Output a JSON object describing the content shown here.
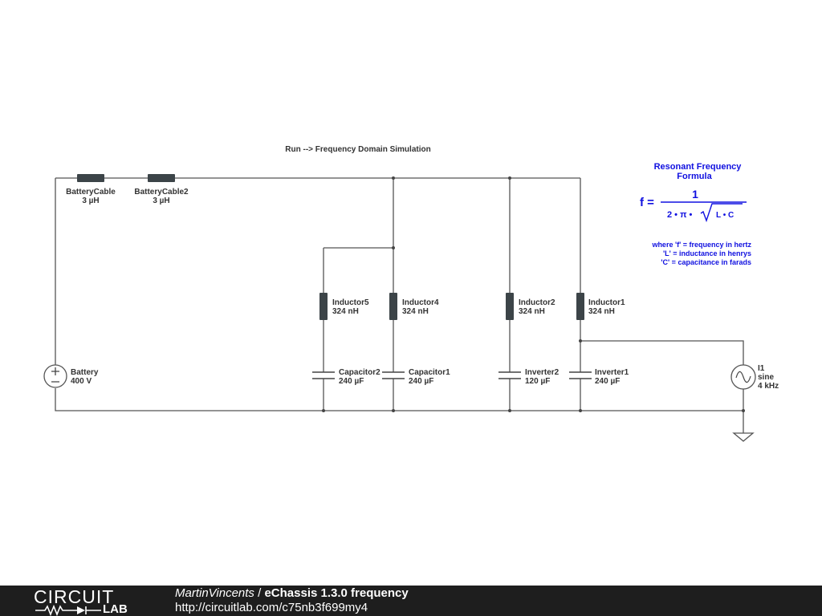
{
  "annotation": "Run --> Frequency Domain Simulation",
  "formula": {
    "title_line1": "Resonant Frequency",
    "title_line2": "Formula",
    "lhs": "f =",
    "numerator": "1",
    "denominator_left": "2 • π •",
    "denominator_root": "L • C",
    "note_line1": "where 'f' = frequency in hertz",
    "note_line2": "'L' = inductance in henrys",
    "note_line3": "'C' = capacitance in farads"
  },
  "components": {
    "battery_cable": {
      "name": "BatteryCable",
      "value": "3 µH"
    },
    "battery_cable2": {
      "name": "BatteryCable2",
      "value": "3 µH"
    },
    "battery": {
      "name": "Battery",
      "value": "400 V"
    },
    "inductor5": {
      "name": "Inductor5",
      "value": "324 nH"
    },
    "inductor4": {
      "name": "Inductor4",
      "value": "324 nH"
    },
    "inductor2": {
      "name": "Inductor2",
      "value": "324 nH"
    },
    "inductor1": {
      "name": "Inductor1",
      "value": "324 nH"
    },
    "capacitor2": {
      "name": "Capacitor2",
      "value": "240 µF"
    },
    "capacitor1": {
      "name": "Capacitor1",
      "value": "240 µF"
    },
    "inverter2": {
      "name": "Inverter2",
      "value": "120 µF"
    },
    "inverter1": {
      "name": "Inverter1",
      "value": "240 µF"
    },
    "source_i1": {
      "name": "I1",
      "type": "sine",
      "value": "4 kHz"
    }
  },
  "footer": {
    "logo_top": "CIRCUIT",
    "logo_bottom": "LAB",
    "author": "MartinVincents",
    "separator": " / ",
    "title": "eChassis 1.3.0 frequency",
    "url": "http://circuitlab.com/c75nb3f699my4"
  },
  "colors": {
    "formula_text": "#1010e0",
    "wire": "#555555",
    "inductor_body": "#3c4448",
    "footer_background": "#1e1e1e"
  }
}
